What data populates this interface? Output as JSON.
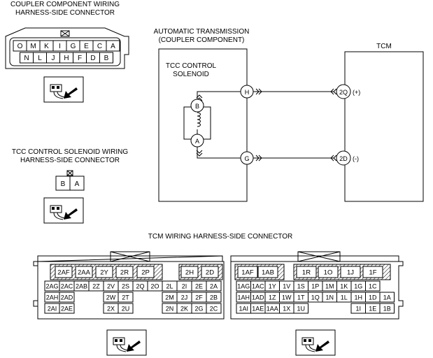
{
  "coupler_connector": {
    "title_line1": "COUPLER COMPONENT WIRING",
    "title_line2": "HARNESS-SIDE CONNECTOR",
    "top_row": [
      "O",
      "M",
      "K",
      "I",
      "G",
      "E",
      "C",
      "A"
    ],
    "bottom_row": [
      "N",
      "L",
      "J",
      "H",
      "F",
      "D",
      "B"
    ]
  },
  "solenoid_connector": {
    "title_line1": "TCC CONTROL SOLENOID WIRING",
    "title_line2": "HARNESS-SIDE CONNECTOR",
    "pins": [
      "B",
      "A"
    ]
  },
  "circuit": {
    "at_title_line1": "AUTOMATIC TRANSMISSION",
    "at_title_line2": "(COUPLER COMPONENT)",
    "solenoid_line1": "TCC CONTROL",
    "solenoid_line2": "SOLENOID",
    "tcm_label": "TCM",
    "solenoid_pin_top": "B",
    "solenoid_pin_bottom": "A",
    "coupler_pin_top": "H",
    "coupler_pin_bottom": "G",
    "tcm_pin_top": "2Q",
    "tcm_pin_bottom": "2D",
    "tcm_pin_top_polarity": "(+)",
    "tcm_pin_bottom_polarity": "(-)"
  },
  "tcm_connector": {
    "title": "TCM WIRING HARNESS-SIDE CONNECTOR",
    "left": {
      "row1": [
        "2AF",
        "2AA",
        "2Y",
        "2R",
        "2P",
        "",
        "2H",
        "2D"
      ],
      "row2": [
        "2AG",
        "2AC",
        "2AB",
        "2Z",
        "2V",
        "2S",
        "2Q",
        "2O",
        "2L",
        "2I",
        "2E",
        "2A"
      ],
      "row3": [
        "2AH",
        "2AD",
        "",
        "",
        "2W",
        "2T",
        "",
        "",
        "2M",
        "2J",
        "2F",
        "2B"
      ],
      "row4": [
        "2AI",
        "2AE",
        "",
        "",
        "2X",
        "2U",
        "",
        "",
        "2N",
        "2K",
        "2G",
        "2C"
      ]
    },
    "right": {
      "row1": [
        "1AF",
        "1AB",
        "",
        "1R",
        "1O",
        "1J",
        "1F"
      ],
      "row2": [
        "1AG",
        "1AC",
        "1Y",
        "1V",
        "1S",
        "1P",
        "1M",
        "1K",
        "1G",
        "1C"
      ],
      "row3": [
        "1AH",
        "1AD",
        "1Z",
        "1W",
        "1T",
        "1Q",
        "1N",
        "1L",
        "1H",
        "1D",
        "1A"
      ],
      "row4": [
        "1AI",
        "1AE",
        "1AA",
        "1X",
        "1U",
        "",
        "",
        "",
        "1I",
        "1E",
        "1B"
      ]
    }
  }
}
